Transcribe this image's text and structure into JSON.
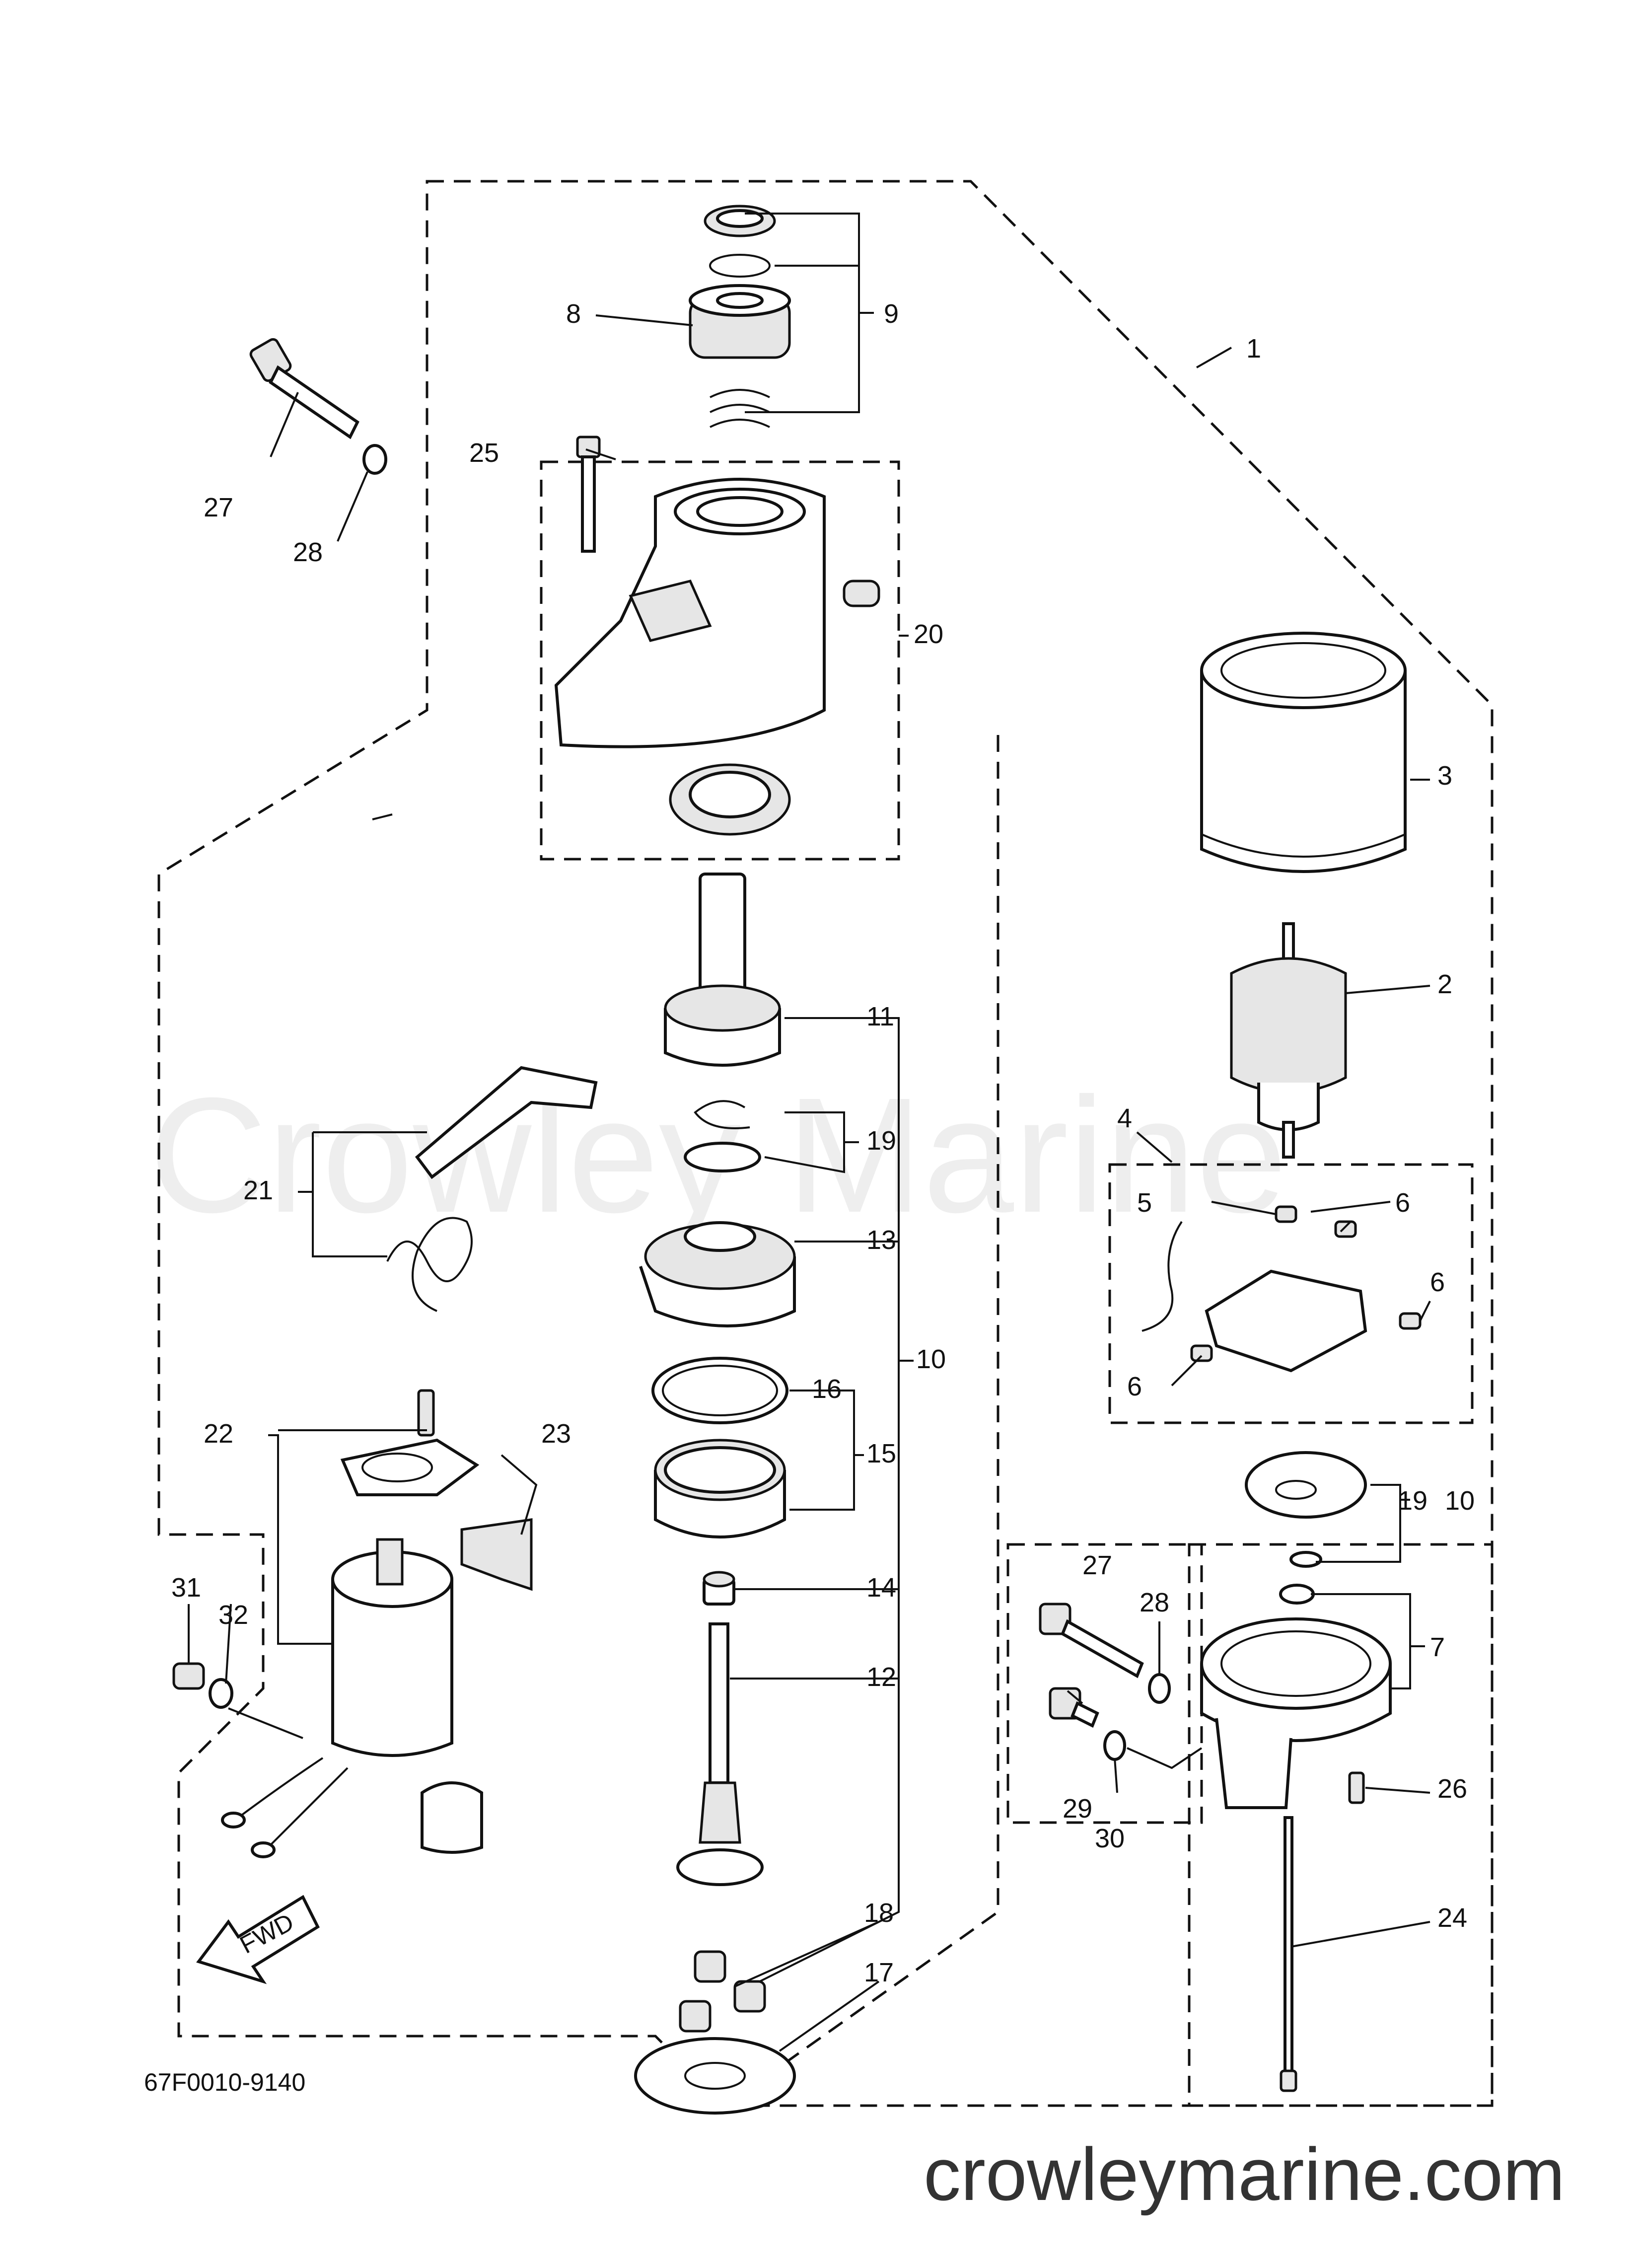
{
  "watermark": "Crowley Marine",
  "footer_url": "crowleymarine.com",
  "diagram_code": "67F0010-9140",
  "fwd_label": "FWD",
  "callouts": {
    "c1": "1",
    "c2": "2",
    "c3": "3",
    "c4": "4",
    "c5": "5",
    "c6a": "6",
    "c6b": "6",
    "c6c": "6",
    "c7": "7",
    "c8": "8",
    "c9": "9",
    "c10": "10",
    "c10b": "10",
    "c11": "11",
    "c12": "12",
    "c13": "13",
    "c14": "14",
    "c15": "15",
    "c16": "16",
    "c17": "17",
    "c18": "18",
    "c19": "19",
    "c19b": "19",
    "c20": "20",
    "c21": "21",
    "c22": "22",
    "c23": "23",
    "c24": "24",
    "c25": "25",
    "c26": "26",
    "c27": "27",
    "c27b": "27",
    "c28": "28",
    "c28b": "28",
    "c29": "29",
    "c30": "30",
    "c31": "31",
    "c32": "32"
  }
}
